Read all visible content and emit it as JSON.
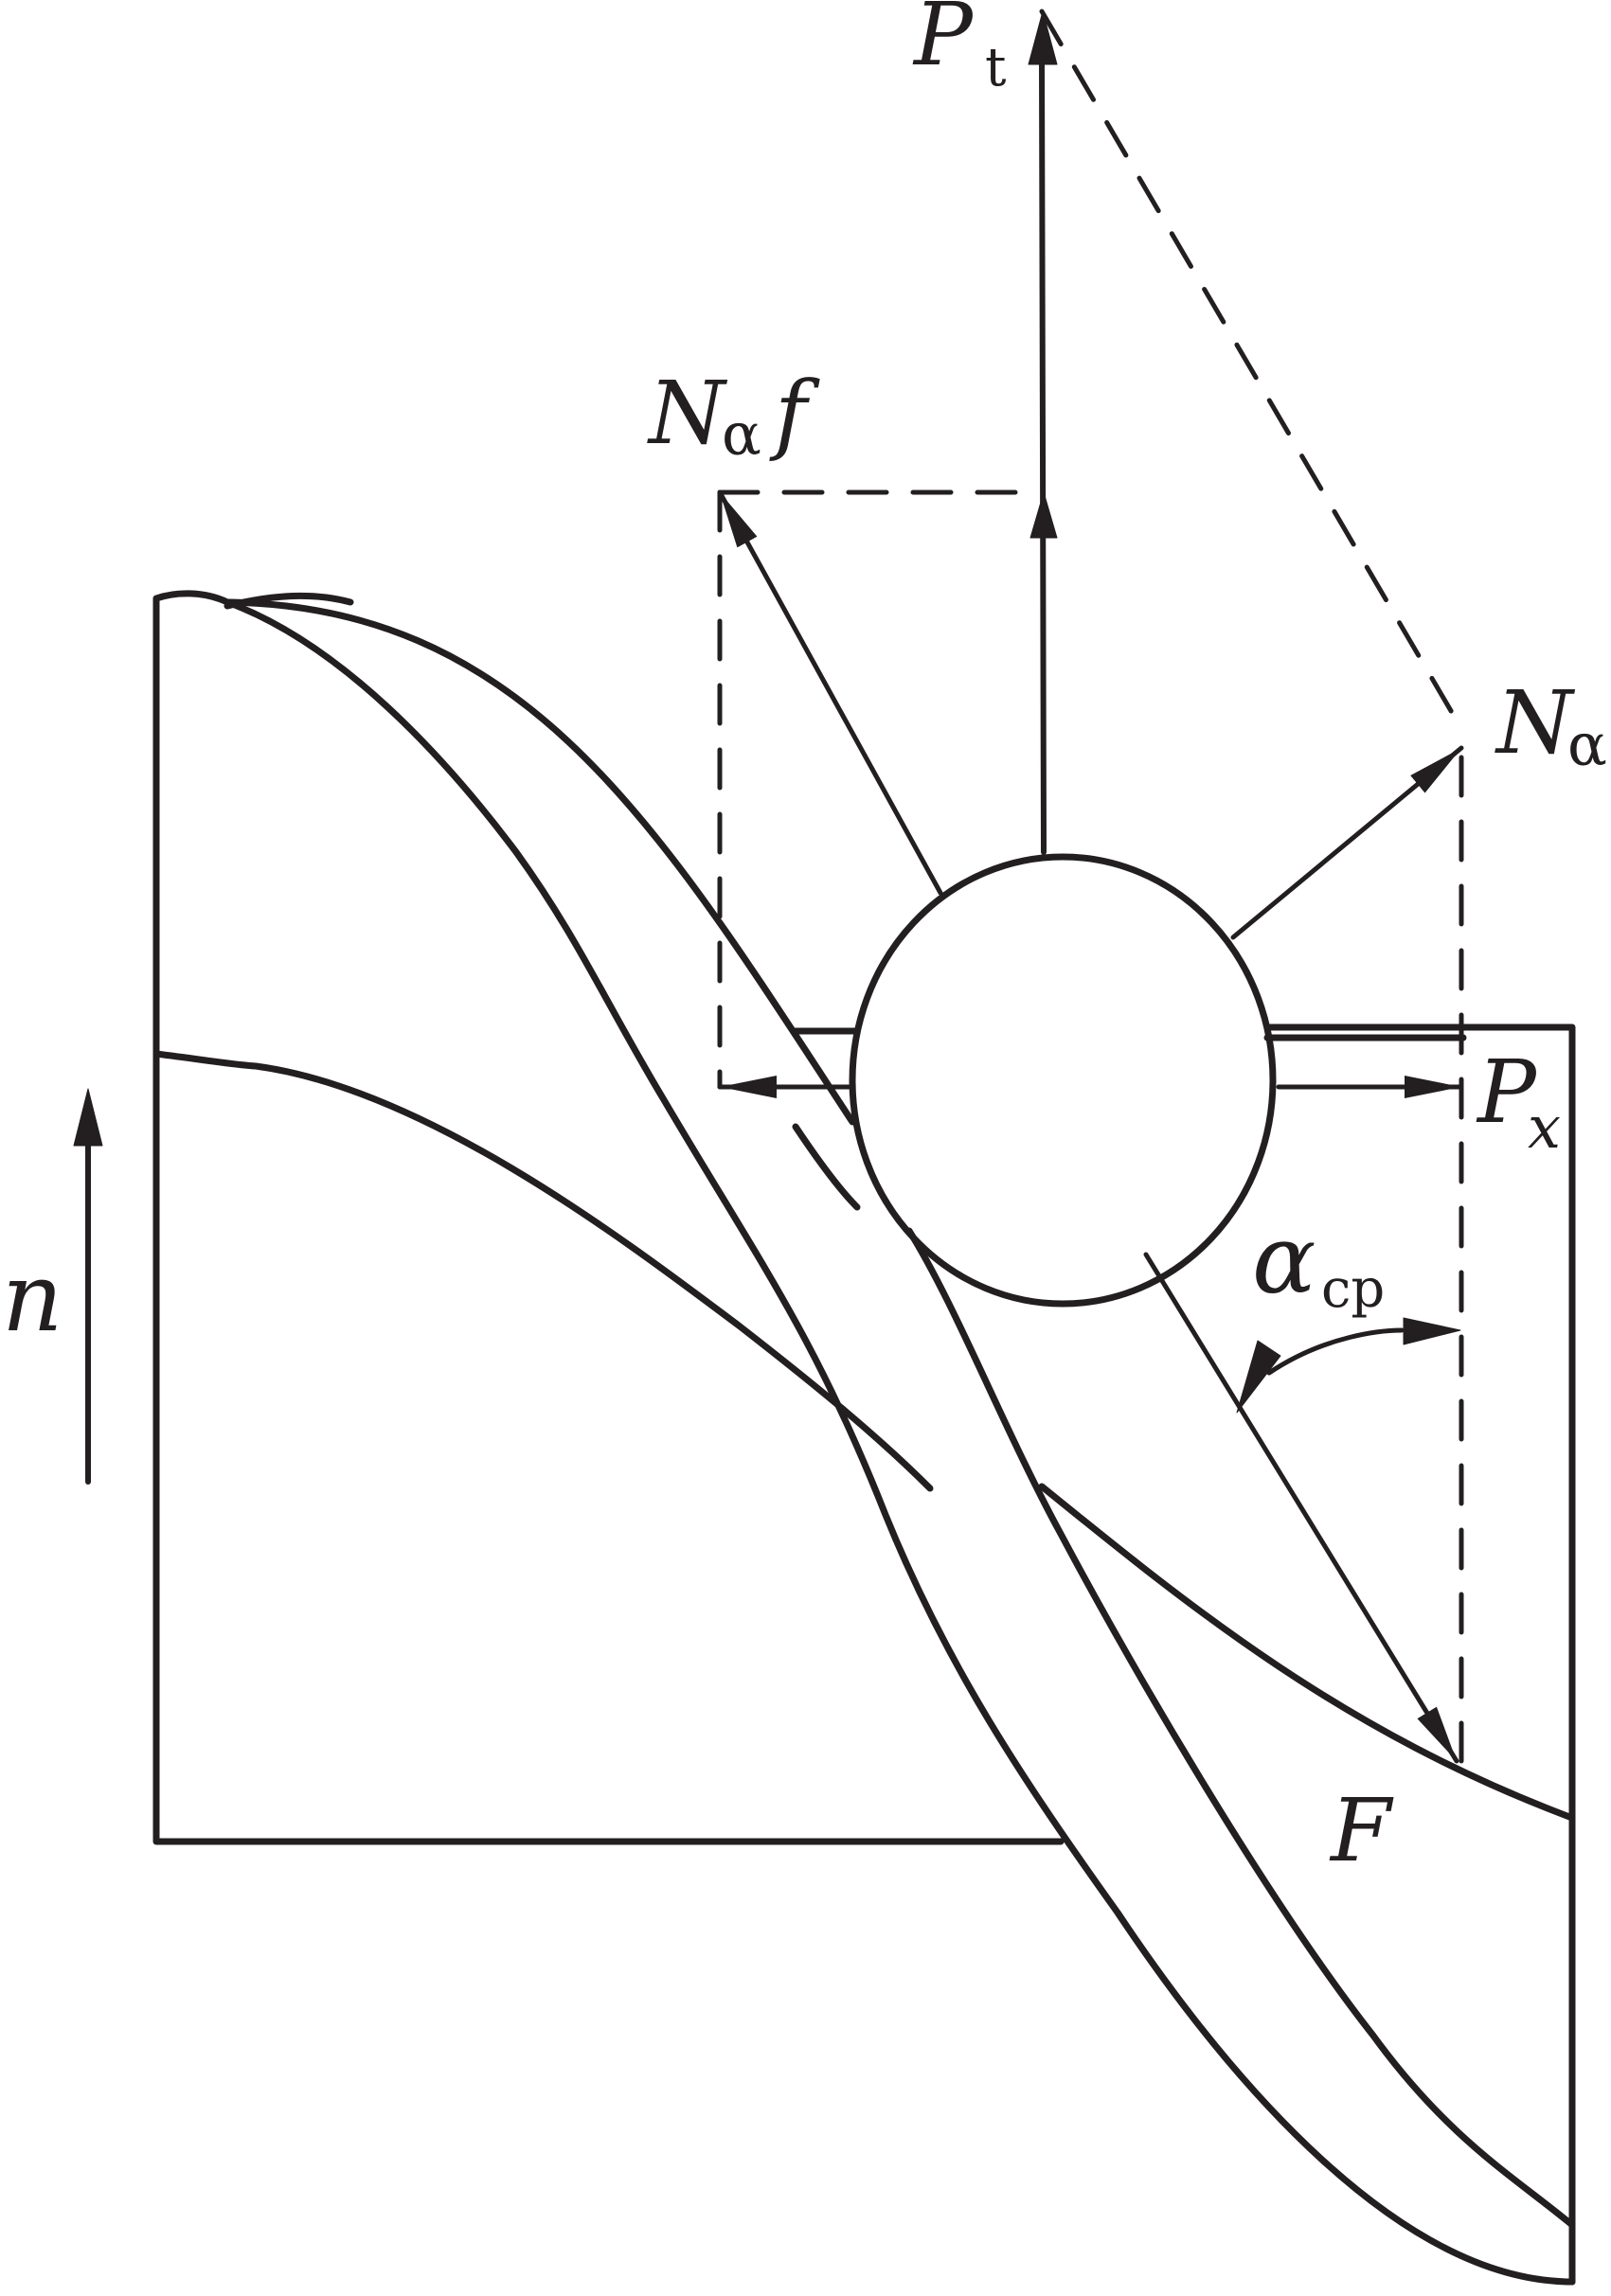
{
  "labels": {
    "pt_main": "P",
    "pt_sub": "t",
    "naf_n": "N",
    "naf_alpha": "α",
    "naf_f": "f",
    "na_n": "N",
    "na_alpha": "α",
    "px_main": "P",
    "px_sub": "x",
    "acp_main": "α",
    "acp_sub": "cp",
    "n_label": "n",
    "f_label": "F"
  },
  "colors": {
    "stroke": "#231f20",
    "background": "#ffffff"
  }
}
